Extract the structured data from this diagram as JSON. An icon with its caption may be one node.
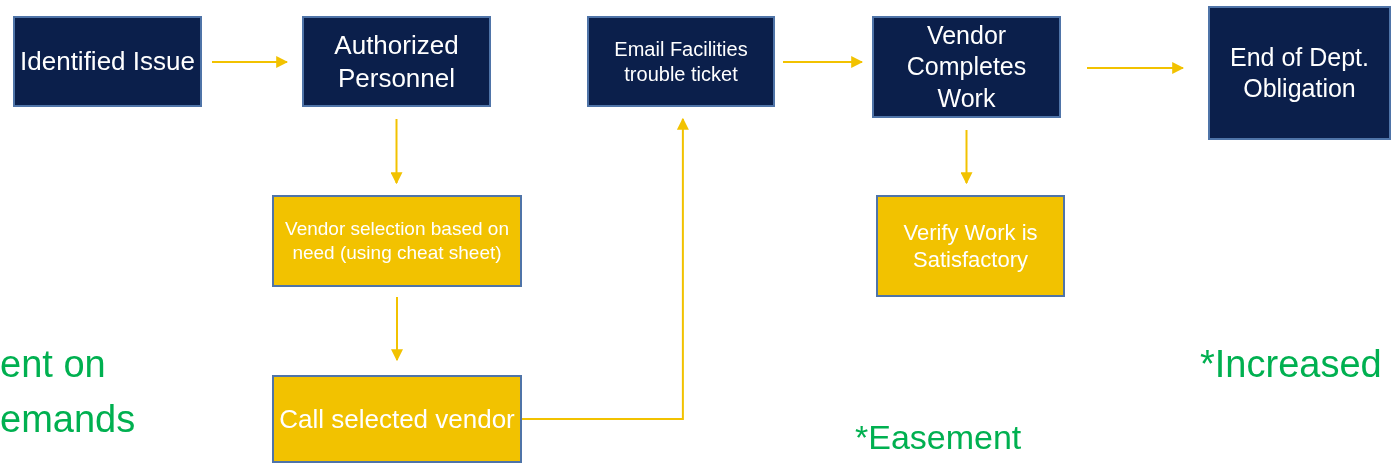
{
  "diagram": {
    "nodes": [
      {
        "text": [
          "Identified Issue"
        ]
      },
      {
        "text": [
          "Authorized Personnel"
        ]
      },
      {
        "text": [
          "Email Facilities trouble ticket"
        ]
      },
      {
        "text": [
          "Vendor Completes Work"
        ]
      },
      {
        "text": [
          "End of Dept. Obligation"
        ]
      },
      {
        "text": [
          "Vendor selection based on need (using cheat sheet)"
        ]
      },
      {
        "text": [
          "Call selected vendor"
        ]
      },
      {
        "text": [
          "Verify Work is Satisfactory"
        ]
      }
    ],
    "edges": [
      {
        "from": 0,
        "to": 1,
        "arrow": "to"
      },
      {
        "from": 1,
        "to": 5,
        "arrow": "to"
      },
      {
        "from": 5,
        "to": 6,
        "arrow": "to"
      },
      {
        "from": 6,
        "to": 2,
        "arrow": "to"
      },
      {
        "from": 2,
        "to": 3,
        "arrow": "to"
      },
      {
        "from": 3,
        "to": 7,
        "arrow": "to"
      },
      {
        "from": 3,
        "to": 4,
        "arrow": "to"
      }
    ],
    "labels": [
      "ent on",
      "emands",
      "*Increased",
      "*Easement"
    ]
  }
}
